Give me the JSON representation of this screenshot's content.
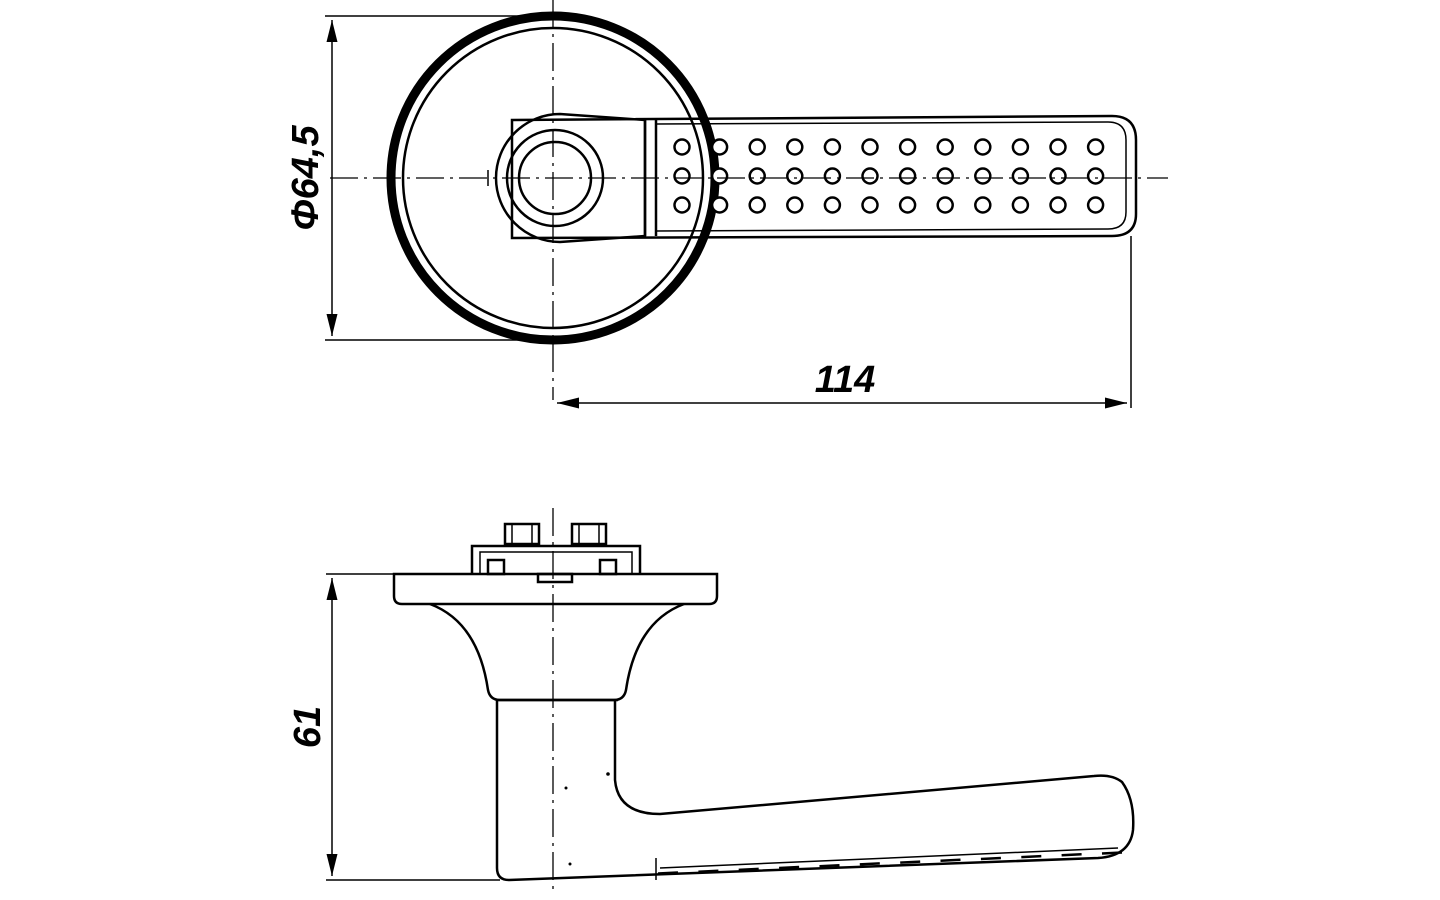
{
  "dimensions": {
    "diameter": "Φ64,5",
    "length": "114",
    "height": "61"
  },
  "grip_pattern": {
    "rows": 3,
    "columns": 12
  }
}
